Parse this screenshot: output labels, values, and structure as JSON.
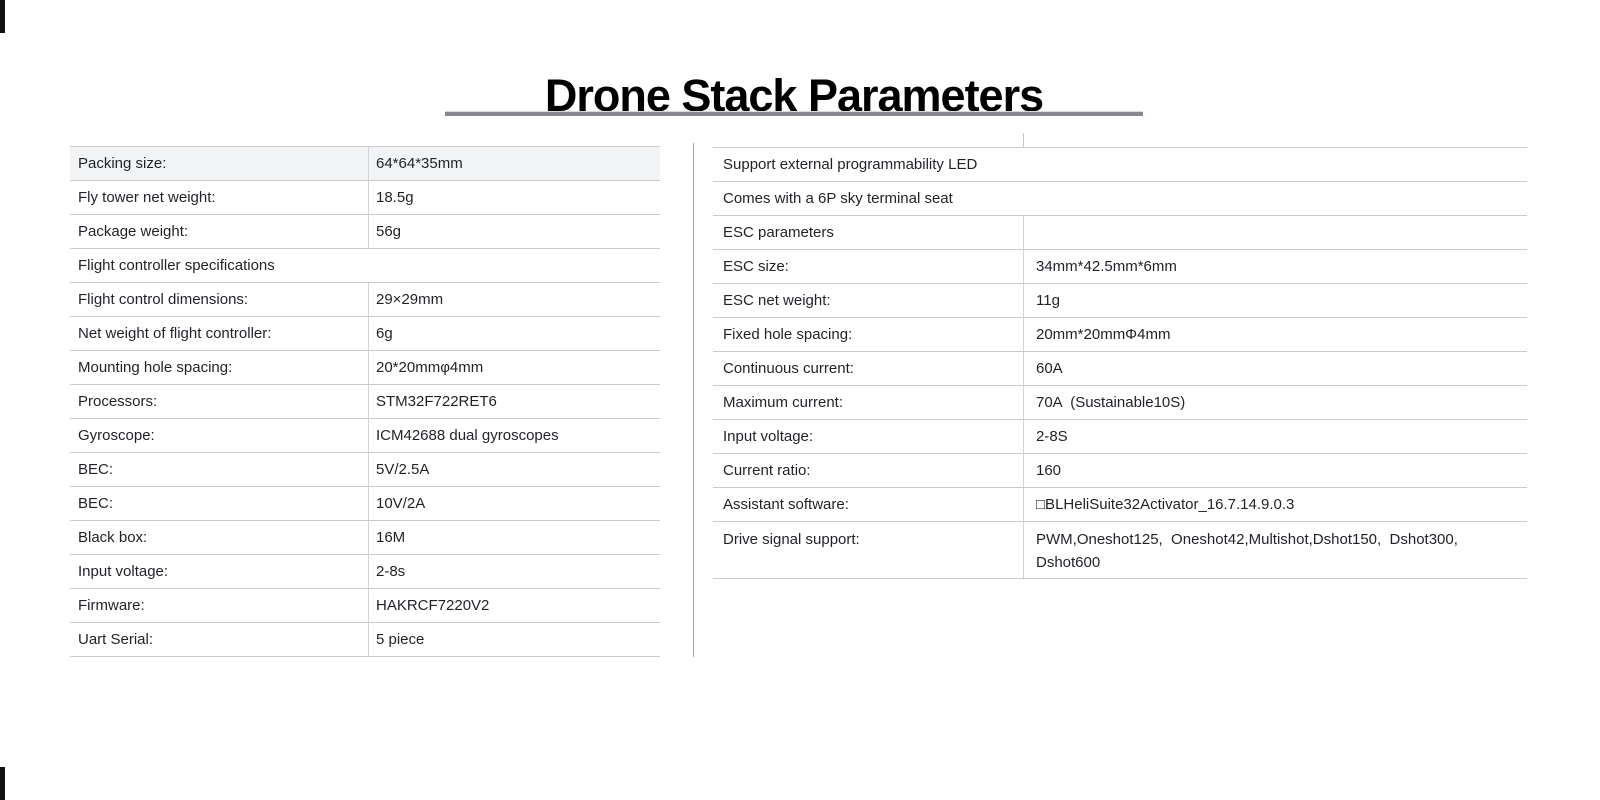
{
  "title": "Drone Stack Parameters",
  "colors": {
    "title_underline": "#87878f",
    "row_highlight": "#f2f3f5",
    "table_border": "#c9cbce"
  },
  "left_table": {
    "rows": [
      {
        "label": "Packing size:",
        "value": "64*64*35mm",
        "highlight": true
      },
      {
        "label": "Fly tower net weight:",
        "value": "18.5g"
      },
      {
        "label": "Package weight:",
        "value": "56g"
      },
      {
        "label": "Flight controller specifications",
        "value": "",
        "span": true
      },
      {
        "label": "Flight control dimensions:",
        "value": "29×29mm"
      },
      {
        "label": "Net weight of flight controller:",
        "value": "6g"
      },
      {
        "label": "Mounting hole spacing:",
        "value": "20*20mmφ4mm"
      },
      {
        "label": "Processors:",
        "value": "STM32F722RET6"
      },
      {
        "label": "Gyroscope:",
        "value": "ICM42688 dual gyroscopes"
      },
      {
        "label": "BEC:",
        "value": "5V/2.5A"
      },
      {
        "label": "BEC:",
        "value": "10V/2A"
      },
      {
        "label": "Black box:",
        "value": "16M"
      },
      {
        "label": "Input voltage:",
        "value": "2-8s"
      },
      {
        "label": "Firmware:",
        "value": "HAKRCF7220V2"
      },
      {
        "label": "Uart Serial:",
        "value": "5 piece"
      }
    ]
  },
  "right_table": {
    "rows": [
      {
        "label": "Support external programmability LED",
        "value": "",
        "span": true
      },
      {
        "label": "Comes with a 6P sky terminal seat",
        "value": "",
        "span": true
      },
      {
        "label": "ESC parameters",
        "value": ""
      },
      {
        "label": "ESC size:",
        "value": "34mm*42.5mm*6mm"
      },
      {
        "label": "ESC net weight:",
        "value": "11g"
      },
      {
        "label": "Fixed hole spacing:",
        "value": "20mm*20mmΦ4mm"
      },
      {
        "label": "Continuous current:",
        "value": "60A"
      },
      {
        "label": "Maximum current:",
        "value": "70A  (Sustainable10S)"
      },
      {
        "label": "Input voltage:",
        "value": "2-8S"
      },
      {
        "label": "Current ratio:",
        "value": "160"
      },
      {
        "label": "Assistant software:",
        "value": "□BLHeliSuite32Activator_16.7.14.9.0.3"
      },
      {
        "label": "Drive signal support:",
        "value": "PWM,Oneshot125,  Oneshot42,Multishot,Dshot150,  Dshot300,\nDshot600",
        "tall": true
      }
    ]
  }
}
